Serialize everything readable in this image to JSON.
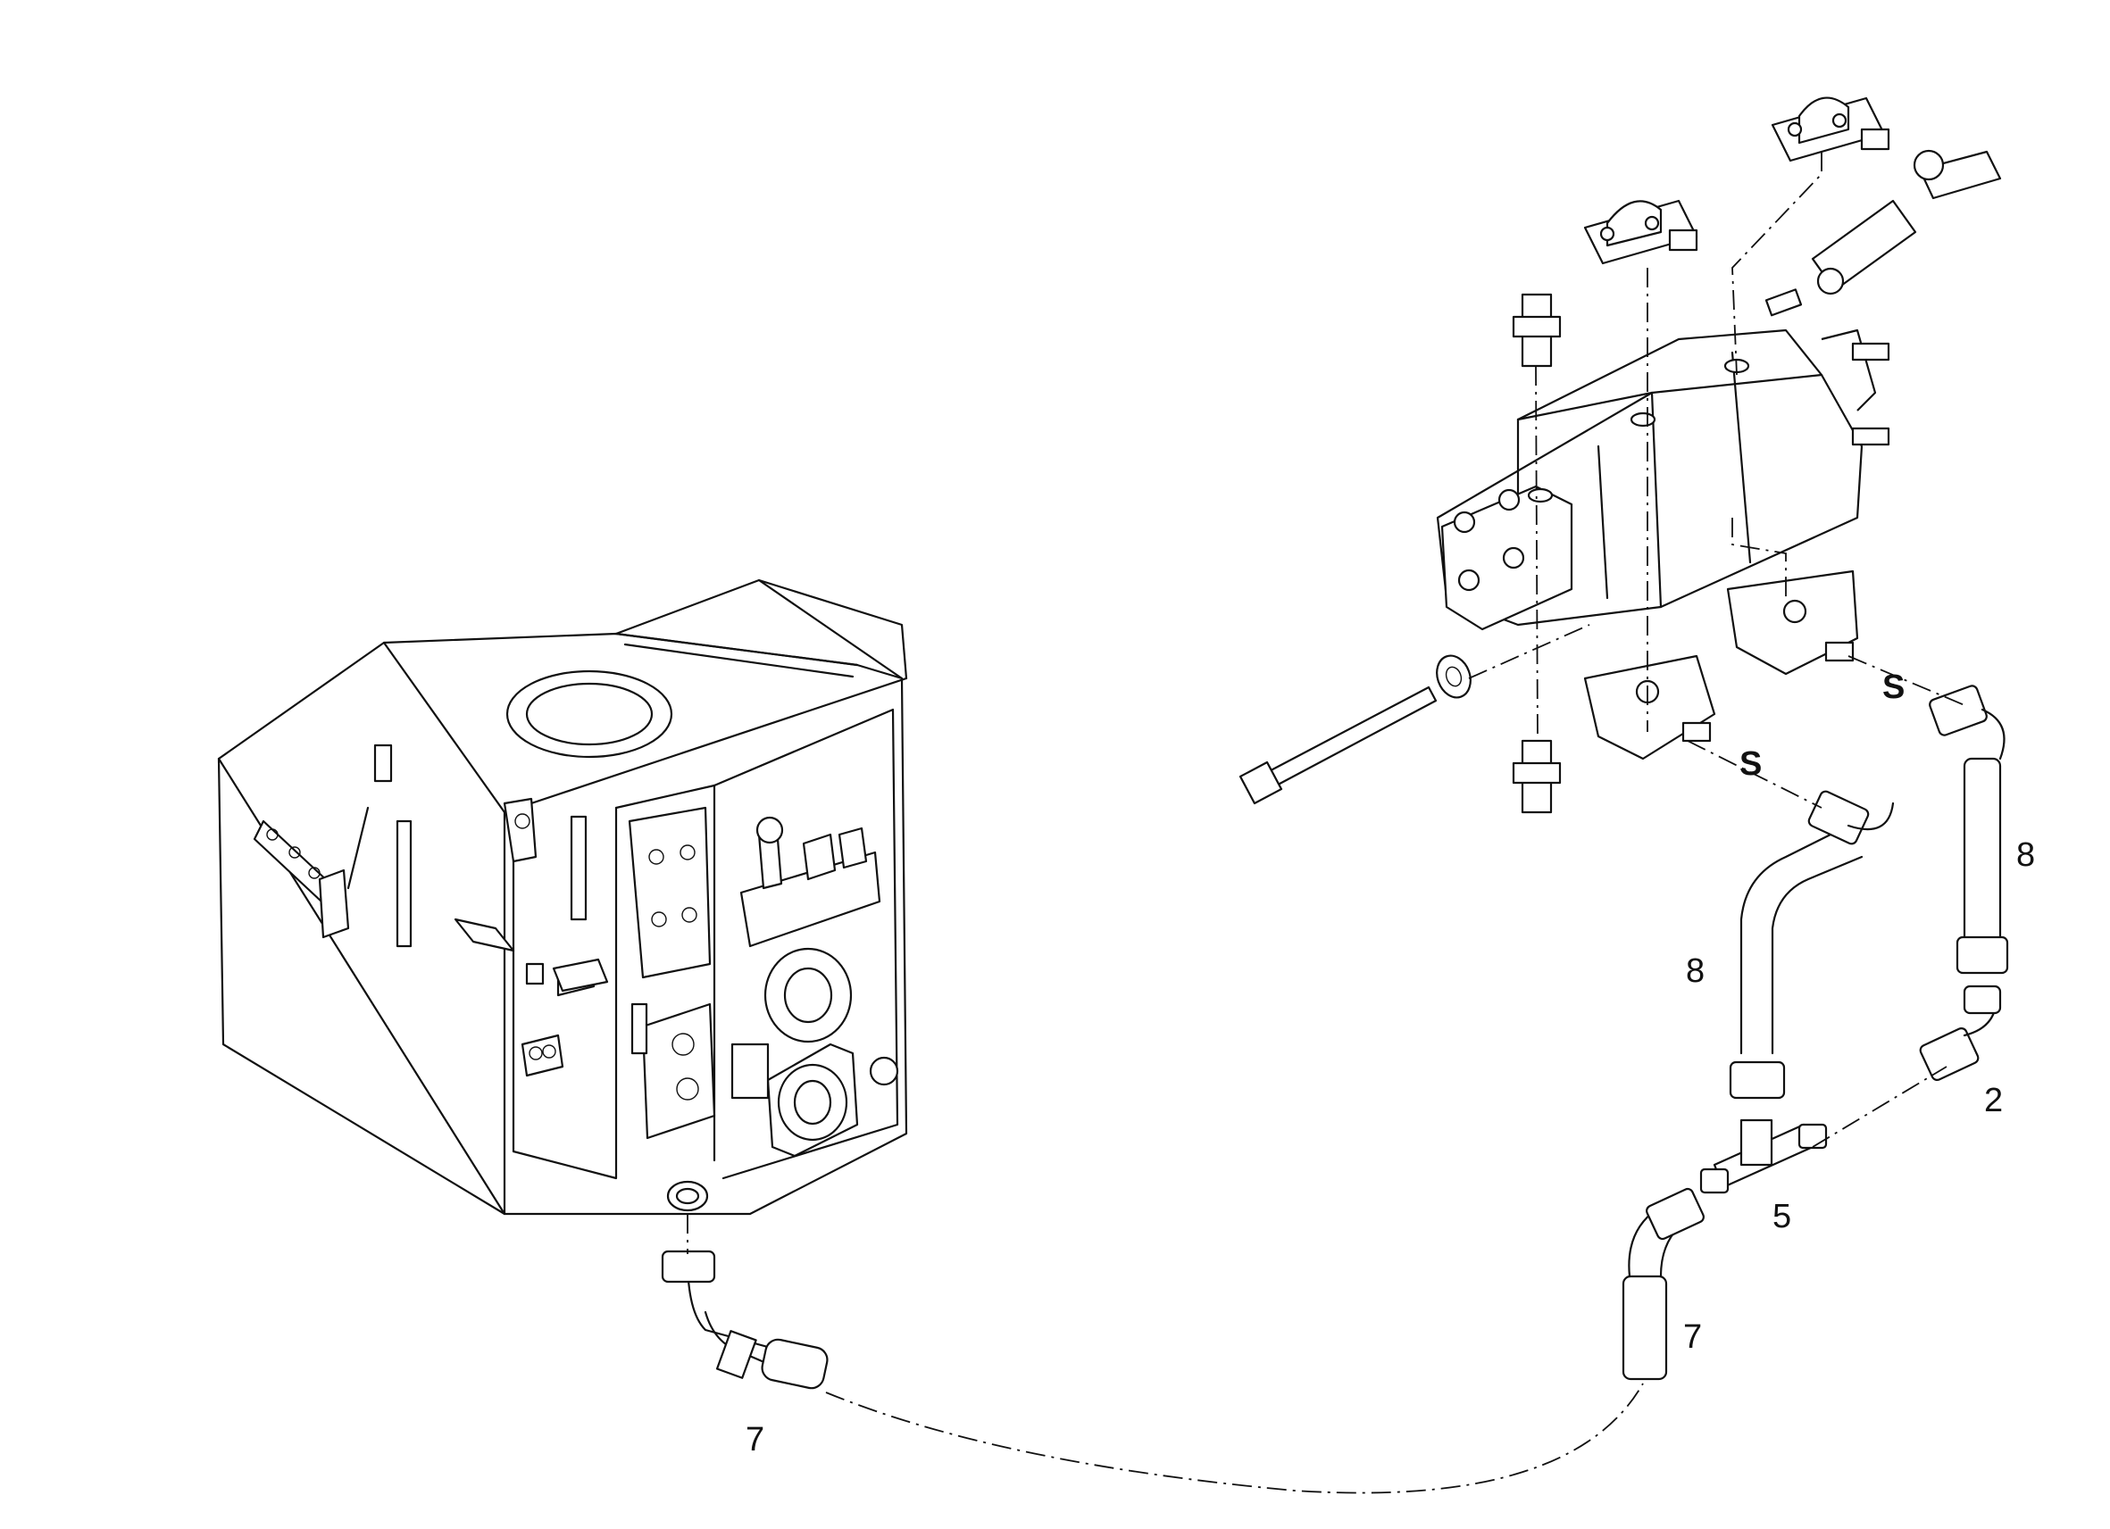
{
  "callouts": {
    "hose_left_bottom": "7",
    "hose_right_bottom": "7",
    "hose_mid": "8",
    "hose_right": "8",
    "elbow_fitting": "2",
    "tee_fitting": "5",
    "connection_s_1": "S",
    "connection_s_2": "S"
  }
}
